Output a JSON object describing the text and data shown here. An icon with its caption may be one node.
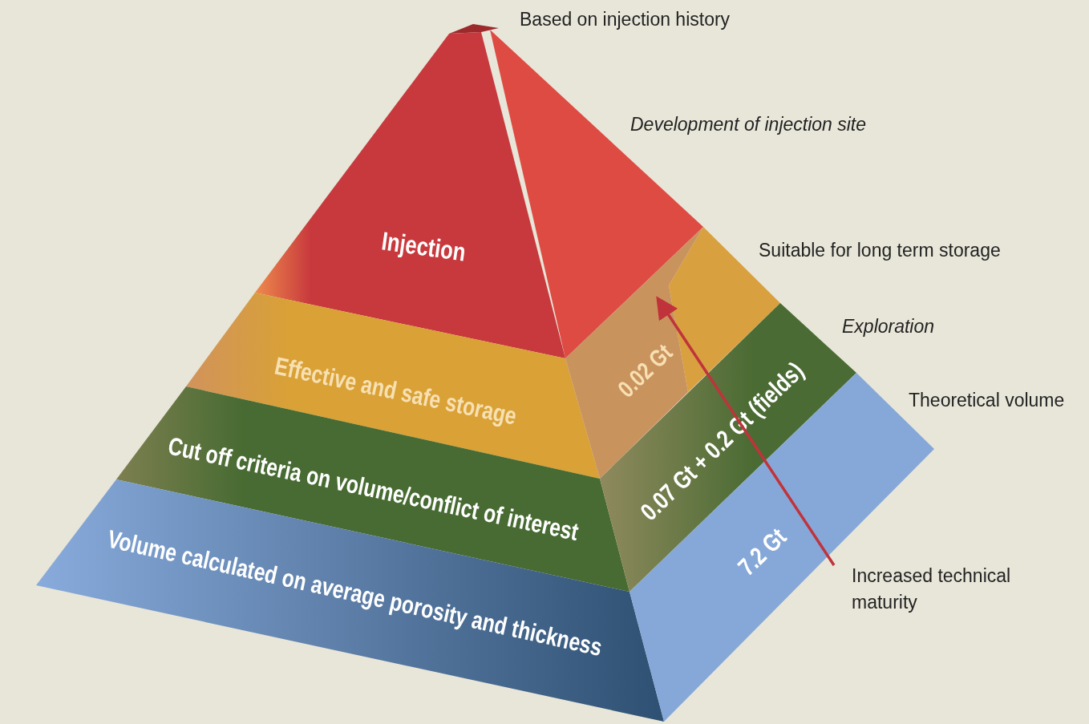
{
  "diagram": {
    "nodes": [
      {
        "text": [
          "Injection"
        ]
      },
      {
        "text": [
          "Effective and safe storage"
        ]
      },
      {
        "text": [
          "Cut off criteria on volume/conflict of interest"
        ]
      },
      {
        "text": [
          "Volume calculated on average porosity and thickness"
        ]
      },
      {
        "text": [
          "0.02 Gt"
        ]
      },
      {
        "text": [
          "0.07 Gt + 0.2 Gt (fields)"
        ]
      },
      {
        "text": [
          "7.2 Gt"
        ]
      },
      {
        "text": [],
        "shape": "triangle"
      },
      {
        "text": [],
        "shape": "box"
      }
    ],
    "edges": [],
    "labels": [
      "Based on injection history",
      "Development of injection site",
      "Suitable for long term storage",
      "Exploration",
      "Theoretical volume",
      "Increased technical maturity"
    ]
  }
}
